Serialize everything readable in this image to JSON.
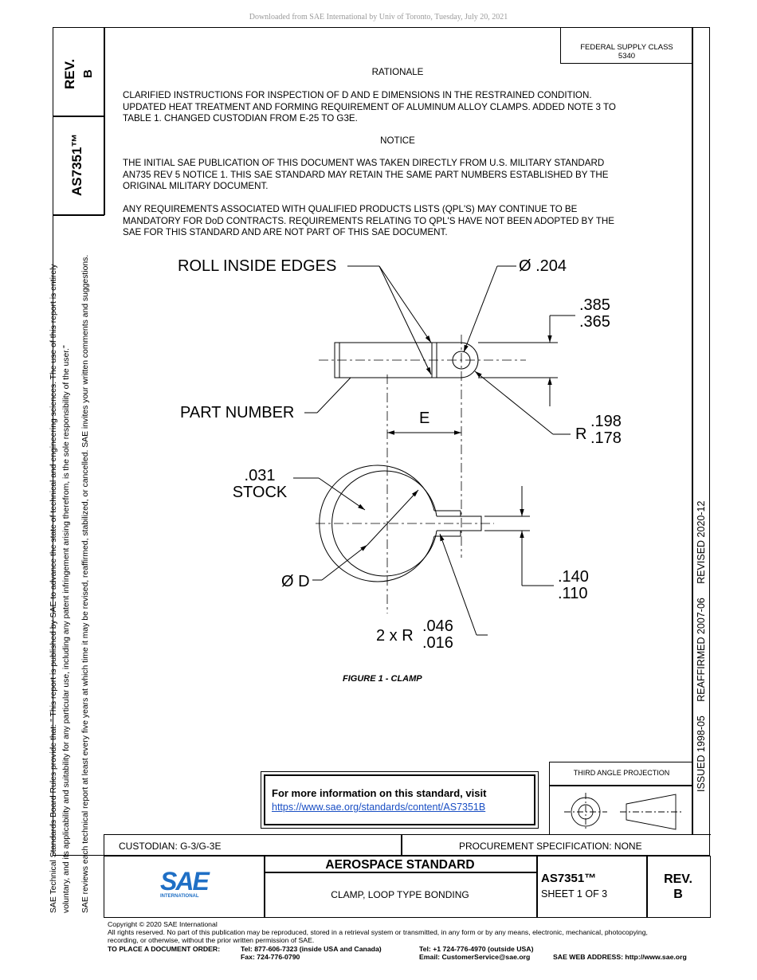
{
  "download_note": "Downloaded from SAE International by Univ of Toronto, Tuesday, July 20, 2021",
  "sidebar": {
    "rev_label": "REV.",
    "rev_value": "B",
    "doc_number": "AS7351™",
    "disclaimer_line1": "SAE Technical Standards Board Rules provide that: \" This report is published by SAE to advance the state of technical and engineering sciences. The use of this report is entirely",
    "disclaimer_line2": "voluntary, and its applicability and suitability for any particular use, including any patent infringement arising therefrom, is the sole responsibility of the user.\"",
    "disclaimer_line3": "SAE reviews each technical report at least every five years at which time it may be revised, reaffirmed, stabilized, or cancelled. SAE invites your written comments and suggestions."
  },
  "supply_class": {
    "line1": "FEDERAL SUPPLY CLASS",
    "line2": "5340"
  },
  "right_strip": "ISSUED 1998-05     REAFFIRMED 2007-06     REVISED 2020-12",
  "rationale": {
    "heading": "RATIONALE",
    "line1": "CLARIFIED INSTRUCTIONS FOR INSPECTION OF D AND E DIMENSIONS IN THE RESTRAINED CONDITION.",
    "line2": "UPDATED HEAT TREATMENT AND FORMING REQUIREMENT OF ALUMINUM ALLOY CLAMPS. ADDED NOTE 3 TO",
    "line3": "TABLE 1. CHANGED CUSTODIAN FROM E-25 TO G3E."
  },
  "notice": {
    "heading": "NOTICE",
    "p1_line1": "THE INITIAL SAE PUBLICATION OF THIS DOCUMENT WAS TAKEN DIRECTLY FROM U.S. MILITARY STANDARD",
    "p1_line2": "AN735 REV 5 NOTICE 1. THIS SAE STANDARD MAY RETAIN THE SAME PART NUMBERS ESTABLISHED BY THE",
    "p1_line3": "ORIGINAL MILITARY DOCUMENT.",
    "p2_line1": "ANY REQUIREMENTS ASSOCIATED WITH QUALIFIED PRODUCTS LISTS (QPL'S) MAY CONTINUE TO BE",
    "p2_line2": "MANDATORY FOR DoD CONTRACTS. REQUIREMENTS RELATING TO QPL'S HAVE NOT BEEN ADOPTED BY THE",
    "p2_line3": "SAE FOR THIS STANDARD AND ARE NOT PART OF THIS SAE DOCUMENT."
  },
  "figure": {
    "roll_inside_edges": "ROLL INSIDE EDGES",
    "hole_dia": "Ø .204",
    "height_max": ".385",
    "height_min": ".365",
    "part_number": "PART NUMBER",
    "e_label": "E",
    "r_label": "R",
    "r_max": ".198",
    "r_min": ".178",
    "stock_val": ".031",
    "stock_label": "STOCK",
    "d_label": "Ø D",
    "gap_max": ".140",
    "gap_min": ".110",
    "bend_label": "2 x R",
    "bend_max": ".046",
    "bend_min": ".016",
    "caption": "FIGURE 1 - CLAMP"
  },
  "info_box": {
    "text": "For more information on this standard, visit",
    "link": "https://www.sae.org/standards/content/AS7351B"
  },
  "projection": {
    "label": "THIRD ANGLE PROJECTION"
  },
  "title_block": {
    "custodian": "CUSTODIAN: G-3/G-3E",
    "procurement": "PROCUREMENT SPECIFICATION: NONE",
    "logo_text": "SAE",
    "logo_sub": "INTERNATIONAL",
    "standard_title": "AEROSPACE STANDARD",
    "part_title": "CLAMP, LOOP TYPE BONDING",
    "doc_number": "AS7351™",
    "sheet": "SHEET 1 OF 3",
    "rev_label": "REV.",
    "rev_value": "B"
  },
  "footer": {
    "copyright": "Copyright © 2020 SAE International",
    "rights1": "All rights reserved. No part of this publication may be reproduced, stored in a retrieval system or transmitted, in any form or by any means, electronic, mechanical, photocopying,",
    "rights2": "recording, or otherwise, without the prior written permission of SAE.",
    "order_label": "TO PLACE A DOCUMENT ORDER:",
    "tel_usa": "Tel: 877-606-7323 (inside USA and Canada)",
    "fax": "Fax: 724-776-0790",
    "tel_intl": "Tel: +1 724-776-4970 (outside USA)",
    "email": "Email: CustomerService@sae.org",
    "web": "SAE WEB ADDRESS: http://www.sae.org"
  },
  "colors": {
    "logo_blue": "#1f6fc5",
    "link_blue": "#1a4fc4"
  }
}
